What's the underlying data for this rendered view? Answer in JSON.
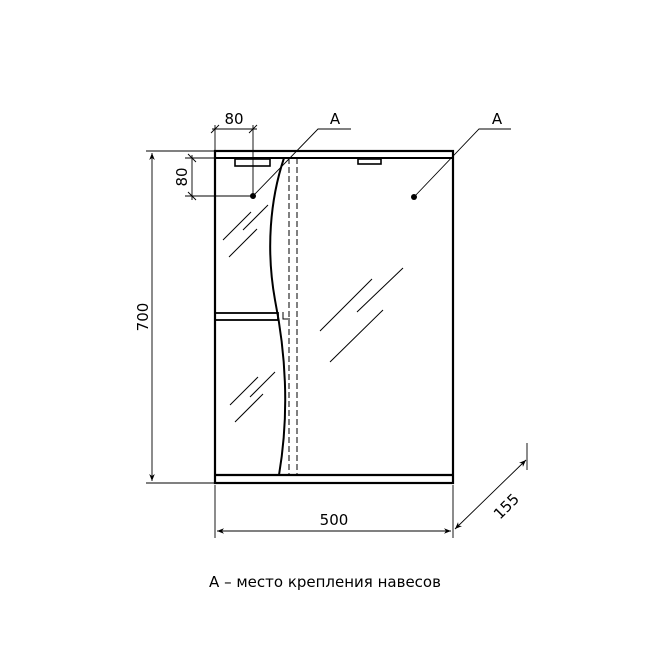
{
  "dimensions": {
    "height": "700",
    "width": "500",
    "depth": "155",
    "mount_offset_x": "80",
    "mount_offset_y": "80"
  },
  "labels": {
    "mount_left": "A",
    "mount_right": "A"
  },
  "caption": "А – место крепления навесов",
  "colors": {
    "line": "#000000",
    "background": "#ffffff"
  }
}
